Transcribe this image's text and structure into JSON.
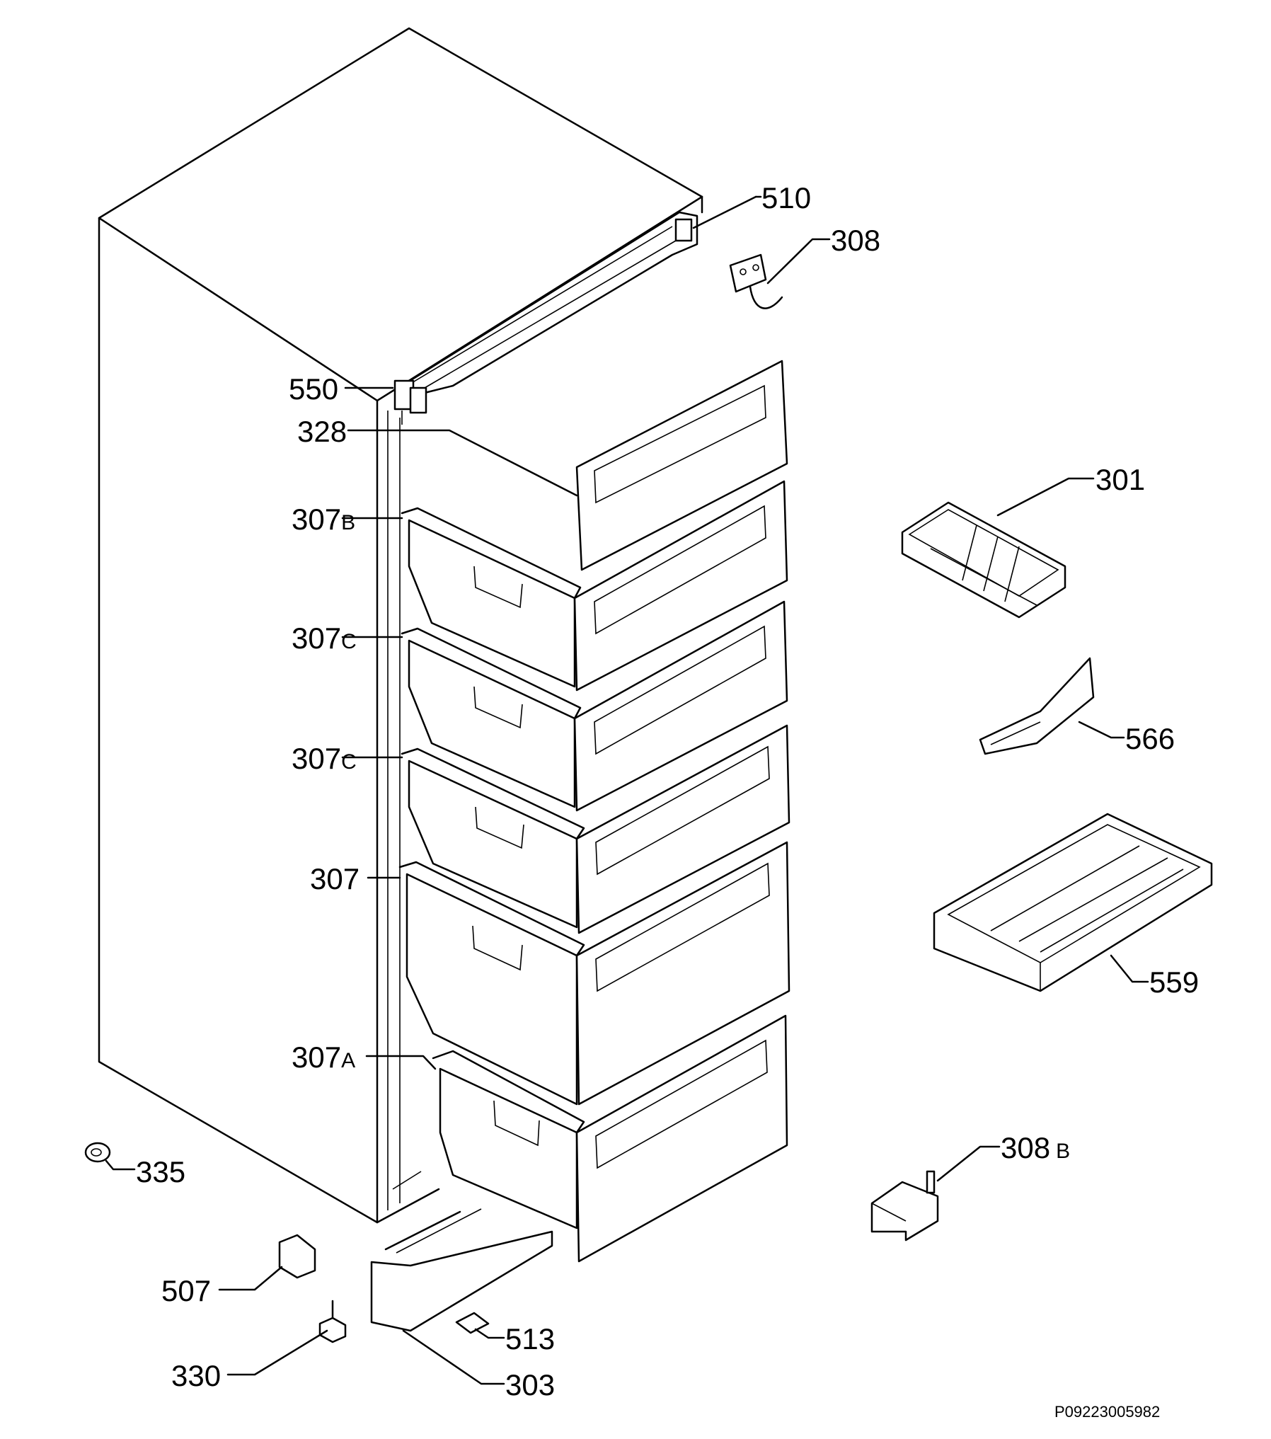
{
  "callouts": {
    "c510": {
      "num": "510",
      "suffix": ""
    },
    "c308": {
      "num": "308",
      "suffix": ""
    },
    "c550": {
      "num": "550",
      "suffix": ""
    },
    "c328": {
      "num": "328",
      "suffix": ""
    },
    "c301": {
      "num": "301",
      "suffix": ""
    },
    "c307b": {
      "num": "307",
      "suffix": "B"
    },
    "c307c1": {
      "num": "307",
      "suffix": "C"
    },
    "c307c2": {
      "num": "307",
      "suffix": "C"
    },
    "c307": {
      "num": "307",
      "suffix": ""
    },
    "c566": {
      "num": "566",
      "suffix": ""
    },
    "c559": {
      "num": "559",
      "suffix": ""
    },
    "c307a": {
      "num": "307",
      "suffix": "A"
    },
    "c308b": {
      "num": "308",
      "suffix": "B"
    },
    "c335": {
      "num": "335",
      "suffix": ""
    },
    "c507": {
      "num": "507",
      "suffix": ""
    },
    "c513": {
      "num": "513",
      "suffix": ""
    },
    "c330": {
      "num": "330",
      "suffix": ""
    },
    "c303": {
      "num": "303",
      "suffix": ""
    }
  },
  "drawing_code": "P09223005982"
}
